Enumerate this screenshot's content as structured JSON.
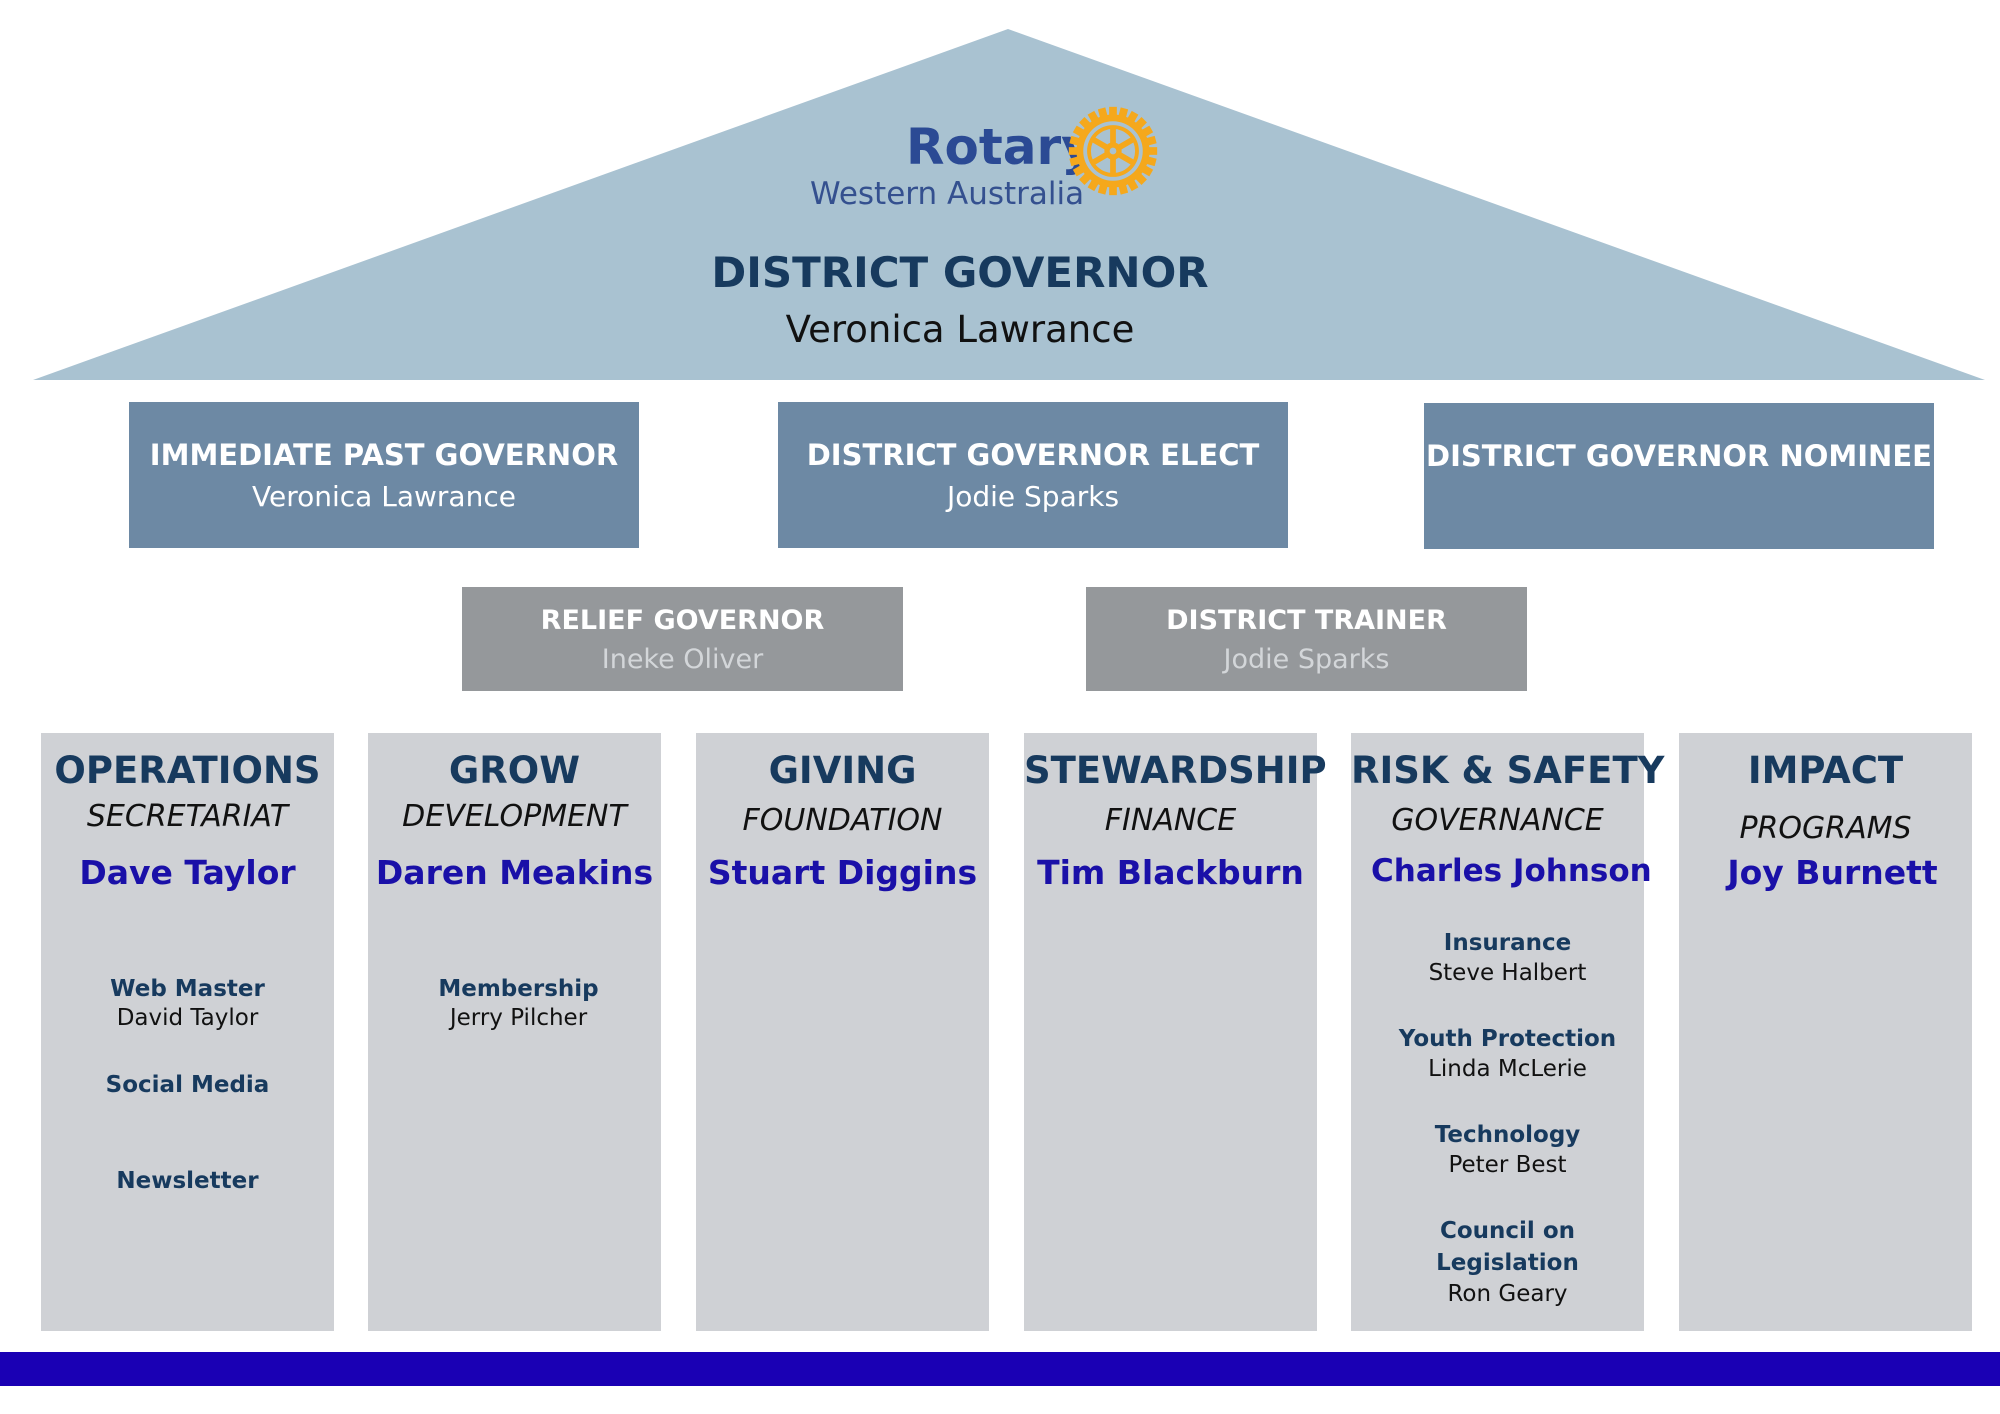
{
  "logo": {
    "word": "Rotary",
    "subtitle": "Western Australia",
    "icon": "rotary-wheel-icon",
    "gold": "#f5a81c"
  },
  "governor": {
    "title": "DISTRICT GOVERNOR",
    "name": "Veronica Lawrance"
  },
  "top_row": [
    {
      "title": "IMMEDIATE PAST GOVERNOR",
      "name": "Veronica Lawrance"
    },
    {
      "title": "DISTRICT GOVERNOR ELECT",
      "name": "Jodie Sparks"
    },
    {
      "title": "DISTRICT GOVERNOR NOMINEE",
      "name": ""
    }
  ],
  "second_row": [
    {
      "title": "RELIEF GOVERNOR",
      "name": "Ineke Oliver"
    },
    {
      "title": "DISTRICT TRAINER",
      "name": "Jodie Sparks"
    }
  ],
  "columns": [
    {
      "heading": "OPERATIONS",
      "subheading": "SECRETARIAT",
      "person": "Dave Taylor",
      "roles": [
        {
          "role": "Web Master",
          "name": "David Taylor"
        },
        {
          "role": "Social Media",
          "name": ""
        },
        {
          "role": "Newsletter",
          "name": ""
        }
      ]
    },
    {
      "heading": "GROW",
      "subheading": "DEVELOPMENT",
      "person": "Daren Meakins",
      "roles": [
        {
          "role": "Membership",
          "name": "Jerry Pilcher"
        }
      ]
    },
    {
      "heading": "GIVING",
      "subheading": "FOUNDATION",
      "person": "Stuart Diggins",
      "roles": []
    },
    {
      "heading": "STEWARDSHIP",
      "subheading": "FINANCE",
      "person": "Tim Blackburn",
      "roles": []
    },
    {
      "heading": "RISK & SAFETY",
      "subheading": "GOVERNANCE",
      "person": "Charles Johnson",
      "roles": [
        {
          "role": "Insurance",
          "name": "Steve Halbert"
        },
        {
          "role": "Youth Protection",
          "name": "Linda McLerie"
        },
        {
          "role": "Technology",
          "name": "Peter Best"
        },
        {
          "role": "Council on Legislation",
          "name": "Ron Geary"
        }
      ]
    },
    {
      "heading": "IMPACT",
      "subheading": "PROGRAMS",
      "person": "Joy Burnett",
      "roles": []
    }
  ],
  "colors": {
    "roof": "#a9c2d1",
    "top_boxes": "#6d89a4",
    "grey_boxes": "#95989b",
    "columns": "#cfd1d5",
    "heading_text": "#173a5e",
    "person_text": "#1a10a8",
    "footer_bar": "#1a00b4"
  }
}
